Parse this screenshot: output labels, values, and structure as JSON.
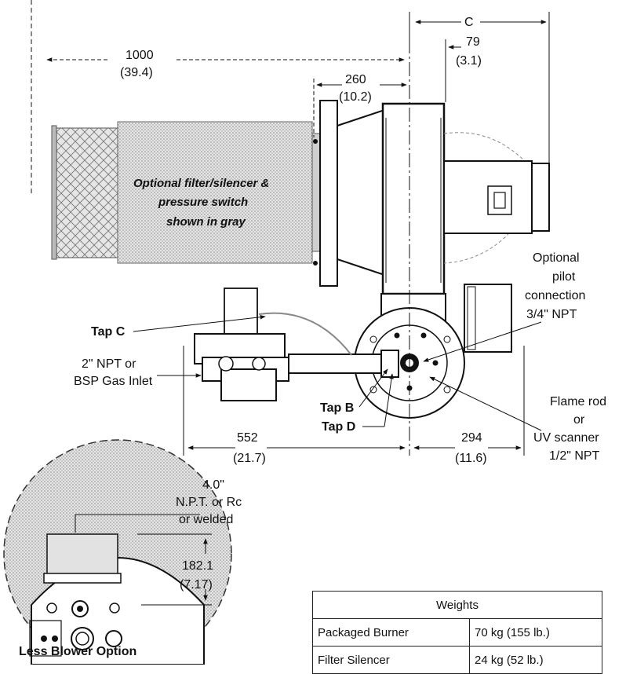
{
  "dimensions": {
    "c_label": "C",
    "d79_mm": "79",
    "d79_in": "(3.1)",
    "d1000_mm": "1000",
    "d1000_in": "(39.4)",
    "d260_mm": "260",
    "d260_in": "(10.2)",
    "d552_mm": "552",
    "d552_in": "(21.7)",
    "d294_mm": "294",
    "d294_in": "(11.6)",
    "d182_mm": "182.1",
    "d182_in": "(7.17)"
  },
  "callouts": {
    "filter_note_line1": "Optional filter/silencer &",
    "filter_note_line2": "pressure switch",
    "filter_note_line3": "shown in gray",
    "tap_c": "Tap C",
    "tap_b": "Tap B",
    "tap_d": "Tap D",
    "gas_inlet_line1": "2\" NPT or",
    "gas_inlet_line2": "BSP Gas Inlet",
    "pilot_line1": "Optional",
    "pilot_line2": "pilot",
    "pilot_line3": "connection",
    "pilot_line4": "3/4\" NPT",
    "flame_line1": "Flame rod",
    "flame_line2": "or",
    "flame_line3": "UV scanner",
    "flame_line4": "1/2\" NPT",
    "less_blower_line1": "4.0\"",
    "less_blower_line2": "N.P.T. or Rc",
    "less_blower_line3": "or welded",
    "less_blower_title": "Less Blower Option"
  },
  "weights_table": {
    "header": "Weights",
    "rows": [
      {
        "item": "Packaged Burner",
        "weight": "70 kg (155 lb.)"
      },
      {
        "item": "Filter Silencer",
        "weight": "24 kg (52 lb.)"
      }
    ]
  },
  "colors": {
    "line": "#111111",
    "gray_fill": "#c9c9c9",
    "light_gray": "#e2e2e2"
  }
}
